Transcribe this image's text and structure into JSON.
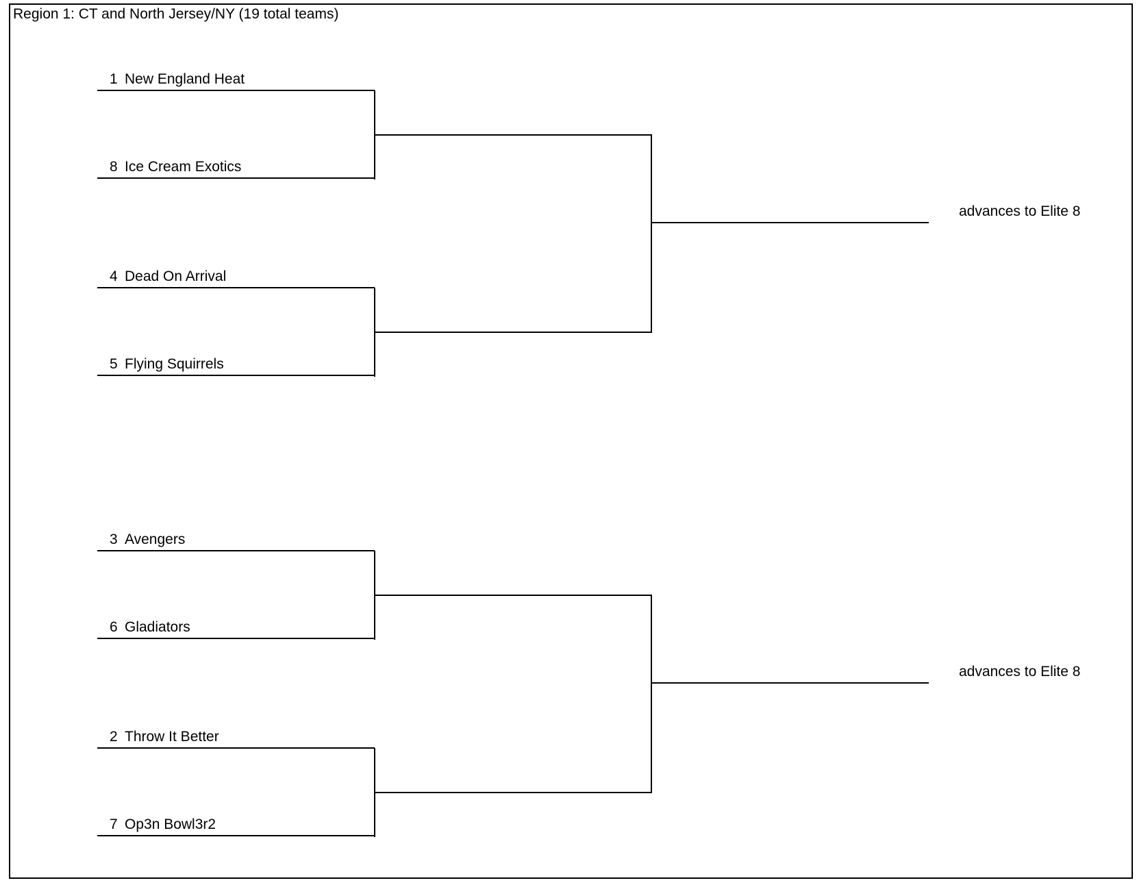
{
  "title": "Region 1: CT and North Jersey/NY (19 total teams)",
  "teams": [
    {
      "seed": "1",
      "name": "New England Heat"
    },
    {
      "seed": "8",
      "name": "Ice Cream Exotics"
    },
    {
      "seed": "4",
      "name": "Dead On Arrival"
    },
    {
      "seed": "5",
      "name": "Flying Squirrels"
    },
    {
      "seed": "3",
      "name": "Avengers"
    },
    {
      "seed": "6",
      "name": "Gladiators"
    },
    {
      "seed": "2",
      "name": "Throw It Better"
    },
    {
      "seed": "7",
      "name": "Op3n Bowl3r2"
    }
  ],
  "advances": [
    {
      "label": "advances to Elite 8"
    },
    {
      "label": "advances to Elite 8"
    }
  ]
}
